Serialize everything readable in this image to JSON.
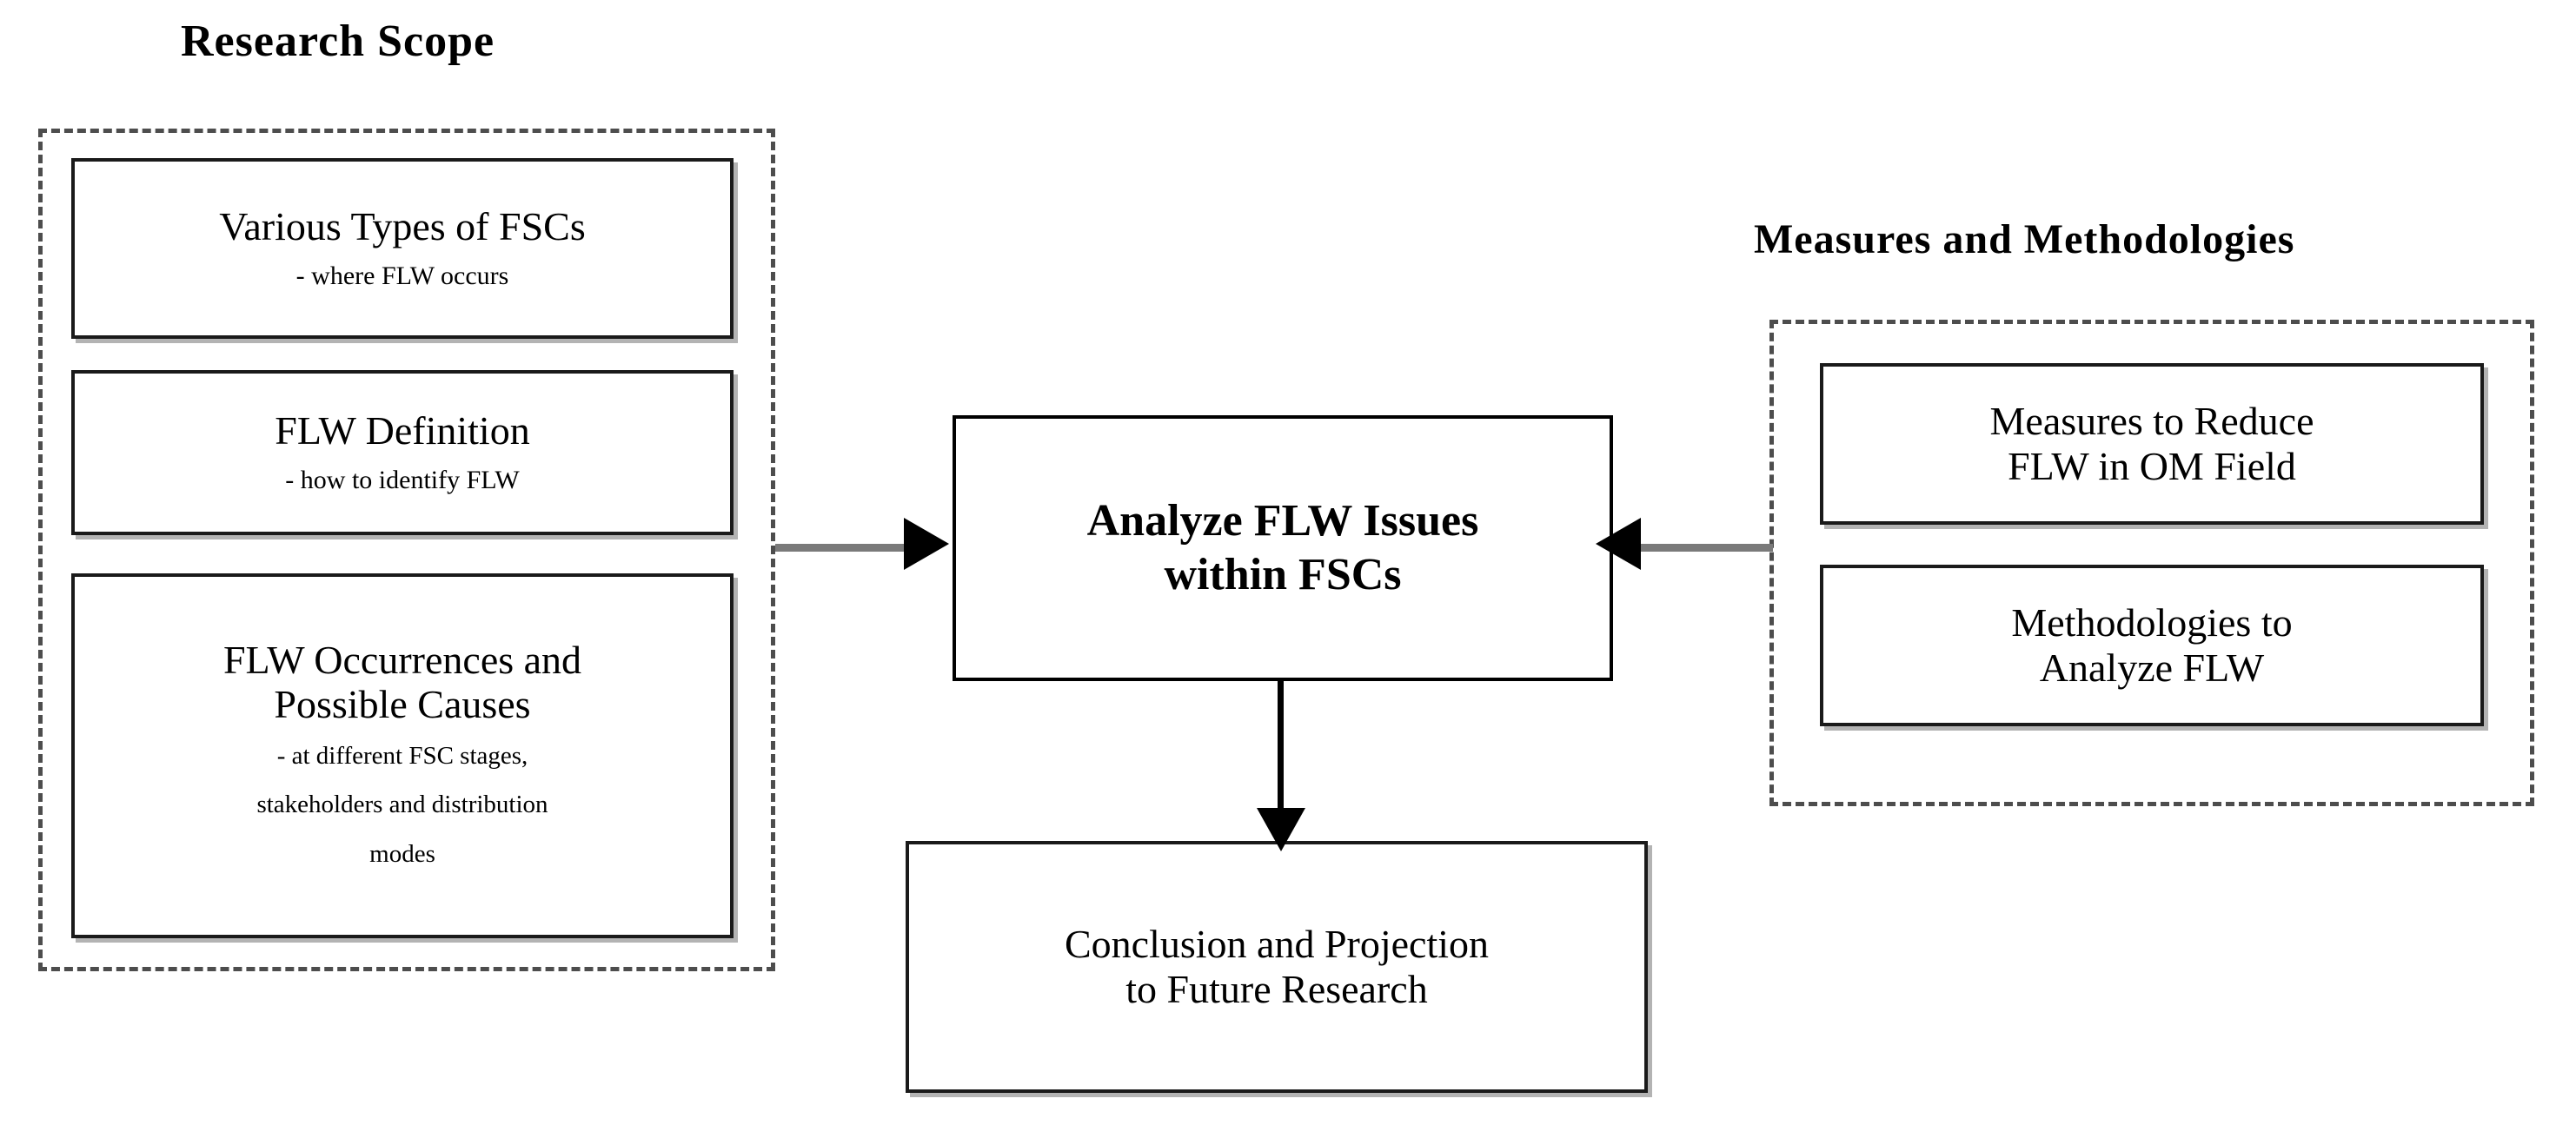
{
  "diagram": {
    "title_research_scope": "Research Scope",
    "title_measures": "Measures and Methodologies",
    "colors": {
      "box_border": "#1a1a1a",
      "box_shadow": "#b3b3b3",
      "dashed_border": "#4d4d4d",
      "connector": "#7a7a7a",
      "arrow": "#000000",
      "text": "#000000",
      "background": "#ffffff"
    }
  },
  "research_scope": {
    "heading": "Research Scope",
    "nodes": [
      {
        "id": "fsc-types",
        "title": "Various Types of FSCs",
        "subtitle": "- where FLW occurs"
      },
      {
        "id": "flw-definition",
        "title": "FLW Definition",
        "subtitle": "- how to identify FLW"
      },
      {
        "id": "flw-occurrences",
        "title_line1": "FLW Occurrences and",
        "title_line2": "Possible Causes",
        "subtitle_line1": "- at different FSC stages,",
        "subtitle_line2": "stakeholders and distribution",
        "subtitle_line3": "modes"
      }
    ]
  },
  "center": {
    "analyze": {
      "line1": "Analyze FLW Issues",
      "line2": "within FSCs"
    },
    "conclusion": {
      "line1": "Conclusion and Projection",
      "line2": "to Future Research"
    }
  },
  "measures_and_methodologies": {
    "heading": "Measures and Methodologies",
    "nodes": [
      {
        "id": "measures-reduce",
        "line1": "Measures to Reduce",
        "line2": "FLW in OM Field"
      },
      {
        "id": "methodologies",
        "line1": "Methodologies to",
        "line2": "Analyze FLW"
      }
    ]
  },
  "connectors": [
    {
      "id": "left-to-center",
      "direction": "right"
    },
    {
      "id": "right-to-center",
      "direction": "left"
    },
    {
      "id": "center-to-conclusion",
      "direction": "down"
    }
  ]
}
